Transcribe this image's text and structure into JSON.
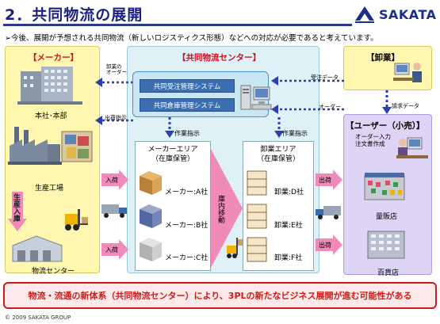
{
  "header": {
    "title": "2．共同物流の展開",
    "logo_text": "SAKATA",
    "subtitle": "➢今後、展開が予想される共同物流（新しいロジスティクス形態）などへの対応が必要であると考えています。"
  },
  "maker": {
    "title": "【メーカー】",
    "hq_label": "本社･本部",
    "factory_label": "生産工場",
    "dc_label": "物流センター",
    "production_arrow_label": "生産入庫"
  },
  "center": {
    "title": "【共同物流センター】",
    "systems": [
      "共同受注管理システム",
      "共同倉庫管理システム"
    ],
    "work_order_left": "作業指示",
    "work_order_right": "作業指示",
    "maker_area_title": "メーカーエリア\n（在庫保管）",
    "maker_area_items": [
      "メーカー:A社",
      "メーカー:B社",
      "メーカー:C社"
    ],
    "move_label": "庫内移動",
    "oroshi_area_title": "卸業エリア\n（在庫保管）",
    "oroshi_area_items": [
      "卸業:D社",
      "卸業:E社",
      "卸業:F社"
    ]
  },
  "oroshi": {
    "title": "【卸業】"
  },
  "user": {
    "title": "【ユーザー（小売）】",
    "order_label": "オーダー入力\n注文書作成",
    "mass_retailer": "量販店",
    "department_store": "百貨店"
  },
  "flows": {
    "oroshi_order": "卸業の\nオーダー",
    "shipping_order": "出荷指示",
    "order_data": "受注データ",
    "order": "オーダー",
    "billing_data": "請求データ",
    "inbound_top": "入荷",
    "inbound_bottom": "入荷",
    "outbound_top": "出荷",
    "outbound_bottom": "出荷"
  },
  "banner": "物流・流通の新体系（共同物流センター）により、3PLの新たなビジネス展開が進む可能性がある",
  "footer": "© 2009 SAKATA GROUP",
  "colors": {
    "title_blue": "#1a237e",
    "accent_red": "#cc1b1b",
    "maker_yellow": "#fff6b0",
    "center_blue": "#dff0f7",
    "user_purple": "#ddd4f6",
    "system_blue": "#3b6fb1",
    "arrow_pink": "#f08ab8",
    "dotted_blue": "#2b3fb0"
  }
}
